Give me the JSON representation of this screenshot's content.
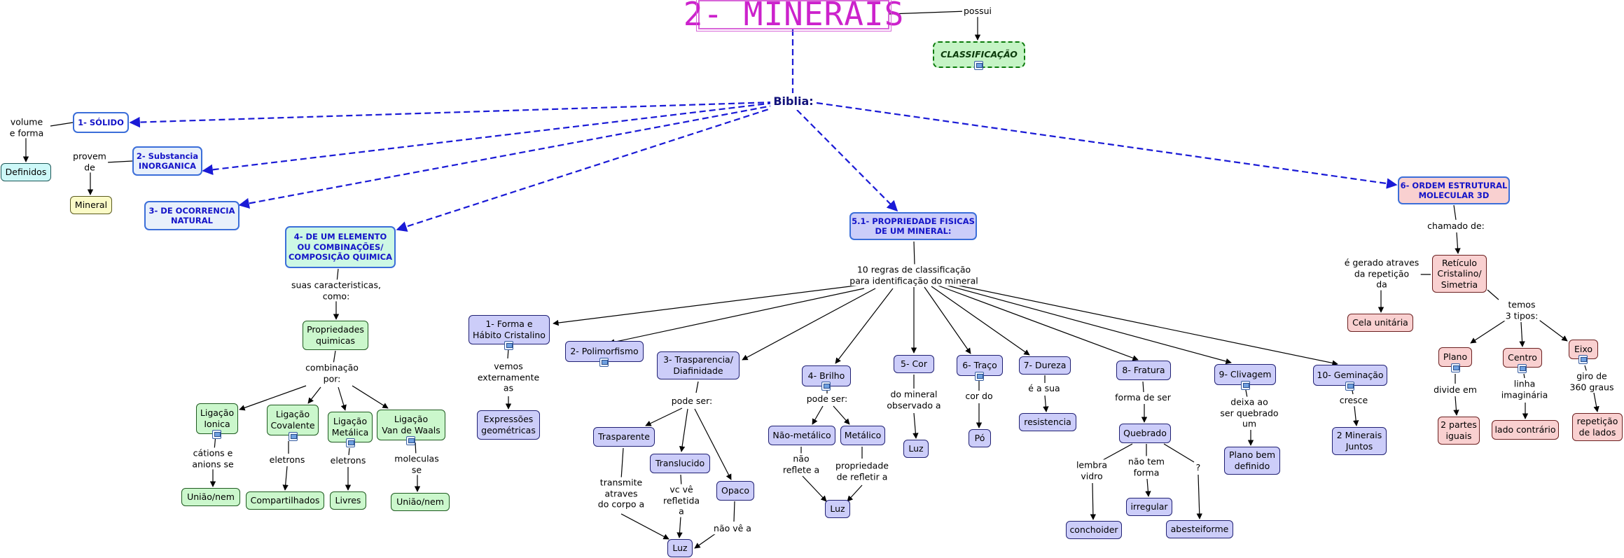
{
  "title": "2- MINERAIS",
  "hub": "Biblia:",
  "classification": {
    "connector": "possui",
    "label": "CLASSIFICAÇÃO"
  },
  "branches": {
    "solido": {
      "label": "1- SÓLIDO",
      "connector": "volume\ne forma",
      "child": "Definidos"
    },
    "substancia": {
      "label": "2- Substancia\nINORGANICA",
      "connector": "provem\nde",
      "child": "Mineral"
    },
    "ocorrencia": {
      "label": "3- DE OCORRENCIA\nNATURAL"
    },
    "elemento": {
      "label": "4- DE UM ELEMENTO\nOU COMBINAÇÕES/\nCOMPOSIÇÃO QUIMICA",
      "connector": "suas caracteristicas,\ncomo:",
      "propriedades": "Propriedades\nquimicas",
      "combinacao": "combinação\npor:",
      "ligacoes": [
        {
          "label": "Ligação\nIonica",
          "connector": "cátions e\nanions se",
          "result": "União/nem"
        },
        {
          "label": "Ligação\nCovalente",
          "connector": "eletrons",
          "result": "Compartilhados"
        },
        {
          "label": "Ligação\nMetálica",
          "connector": "eletrons",
          "result": "Livres"
        },
        {
          "label": "Ligação\nVan de Waals",
          "connector": "moleculas\nse",
          "result": "União/nem"
        }
      ]
    },
    "fisicas": {
      "label": "5.1- PROPRIEDADE FISICAS\nDE UM MINERAL:",
      "connector": "10 regras de classificação\npara identificação do mineral",
      "regras": {
        "forma": {
          "label": "1- Forma e\nHábito Cristalino",
          "connector": "vemos\nexternamente\nas",
          "result": "Expressões\ngeométricas"
        },
        "polimorfismo": {
          "label": "2- Polimorfismo"
        },
        "transparencia": {
          "label": "3- Trasparencia/\nDiafinidade",
          "connector": "pode ser:",
          "items": [
            "Trasparente",
            "Translucido",
            "Opaco"
          ],
          "notes": [
            "transmite\natraves\ndo corpo a",
            "vc vê\nrefletida\na",
            "não vê a"
          ],
          "result": "Luz"
        },
        "brilho": {
          "label": "4- Brilho",
          "connector": "pode ser:",
          "items": [
            "Não-metálico",
            "Metálico"
          ],
          "notes": [
            "não\nreflete a",
            "propriedade\nde refletir a"
          ],
          "result": "Luz"
        },
        "cor": {
          "label": "5- Cor",
          "connector": "do mineral\nobservado a",
          "result": "Luz"
        },
        "traco": {
          "label": "6- Traço",
          "connector": "cor do",
          "result": "Pó"
        },
        "dureza": {
          "label": "7- Dureza",
          "connector": "é a sua",
          "result": "resistencia"
        },
        "fratura": {
          "label": "8- Fratura",
          "connector": "forma de ser",
          "item": "Quebrado",
          "notes": [
            "lembra\nvidro",
            "não tem\nforma",
            "?"
          ],
          "results": [
            "conchoider",
            "irregular",
            "abesteiforme"
          ]
        },
        "clivagem": {
          "label": "9- Clivagem",
          "connector": "deixa ao\nser quebrado\num",
          "result": "Plano bem\ndefinido"
        },
        "geminacao": {
          "label": "10- Geminação",
          "connector": "cresce",
          "result": "2 Minerais\nJuntos"
        }
      }
    },
    "ordem": {
      "label": "6- ORDEM ESTRUTURAL\nMOLECULAR 3D",
      "connector": "chamado de:",
      "reticulo": "Retículo\nCristalino/\nSimetria",
      "repeticao": "é gerado atraves\nda repetição\nda",
      "cela": "Cela unitária",
      "tipos": "temos\n3 tipos:",
      "plano": {
        "label": "Plano",
        "connector": "divide em",
        "result": "2 partes\niguais"
      },
      "centro": {
        "label": "Centro",
        "connector": "linha\nimaginária",
        "result": "lado contrário"
      },
      "eixo": {
        "label": "Eixo",
        "connector": "giro de\n360 graus",
        "result": "repetição\nde lados"
      }
    }
  },
  "colors": {
    "dashed_link": "#1a1ad6",
    "solid_link": "#000000",
    "title": "#cc22cc"
  }
}
